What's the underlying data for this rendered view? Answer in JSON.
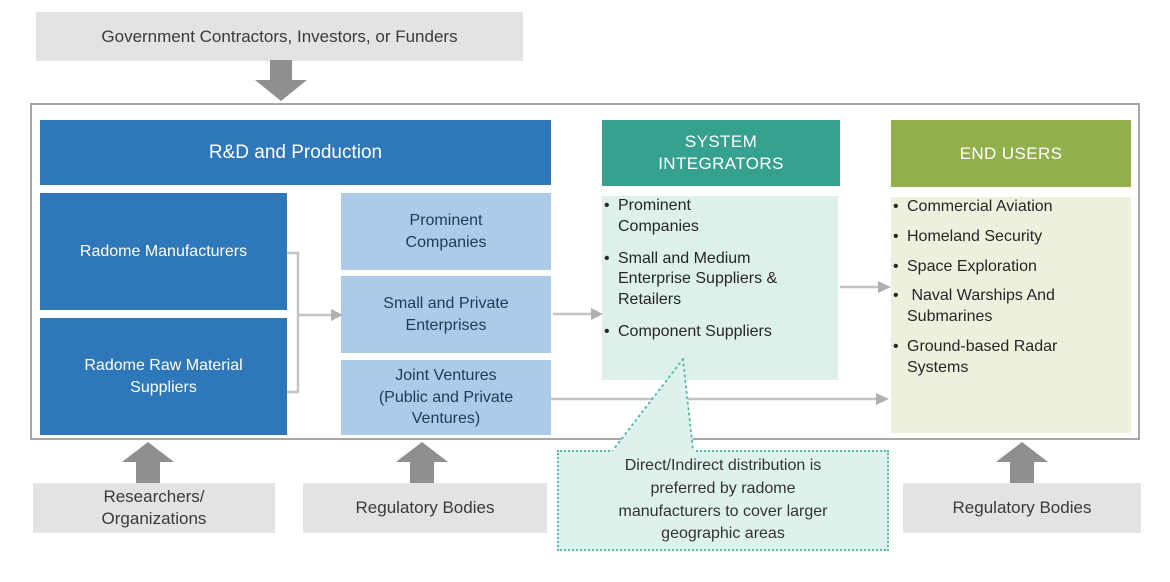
{
  "top": {
    "label": "Government Contractors, Investors, or Funders"
  },
  "rd": {
    "header": "R&D and Production",
    "manufacturers": "Radome Manufacturers",
    "raw_suppliers": "Radome Raw Material\nSuppliers",
    "companies": [
      "Prominent\nCompanies",
      "Small and Private\nEnterprises",
      "Joint Ventures\n(Public and Private\nVentures)"
    ]
  },
  "system_integrators": {
    "header": "SYSTEM\nINTEGRATORS",
    "items": [
      "Prominent\nCompanies",
      "Small and Medium\nEnterprise Suppliers &\nRetailers",
      "Component Suppliers"
    ]
  },
  "end_users": {
    "header": "END USERS",
    "items": [
      "Commercial Aviation",
      "Homeland Security",
      "Space Exploration",
      " Naval Warships And\nSubmarines",
      "Ground-based Radar\nSystems"
    ]
  },
  "bottom": {
    "researchers": "Researchers/\nOrganizations",
    "regulatory_mid": "Regulatory Bodies",
    "regulatory_right": "Regulatory Bodies"
  },
  "callout": {
    "text": "Direct/Indirect distribution is\npreferred by radome\nmanufacturers to cover larger\ngeographic areas"
  },
  "colors": {
    "blue": "#2e77b8",
    "light_blue": "#abcbe9",
    "teal": "#36a191",
    "light_teal": "#ddf0ea",
    "green": "#91af4b",
    "light_green": "#edf0dd",
    "gray_box": "#e3e3e3",
    "block_arrow_gray": "#8f8f8f",
    "connector_gray": "#c4c4c4",
    "callout_border_teal": "#55bca9"
  }
}
